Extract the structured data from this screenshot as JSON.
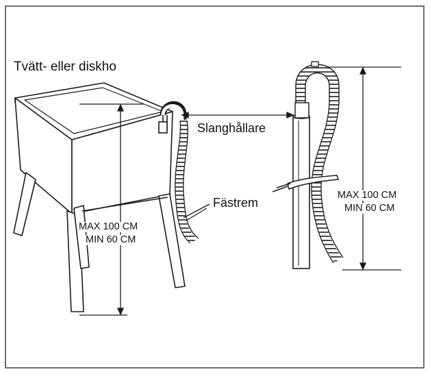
{
  "labels": {
    "title": "Tvätt- eller diskho",
    "hose_holder": "Slanghållare",
    "strap": "Fästrem",
    "left_max": "MAX 100 CM",
    "left_min": "MIN 60 CM",
    "right_max": "MAX 100 CM",
    "right_min": "MIN 60 CM"
  },
  "colors": {
    "line": "#1a1a1a",
    "frame": "#6e6e6e",
    "background": "#ffffff"
  }
}
